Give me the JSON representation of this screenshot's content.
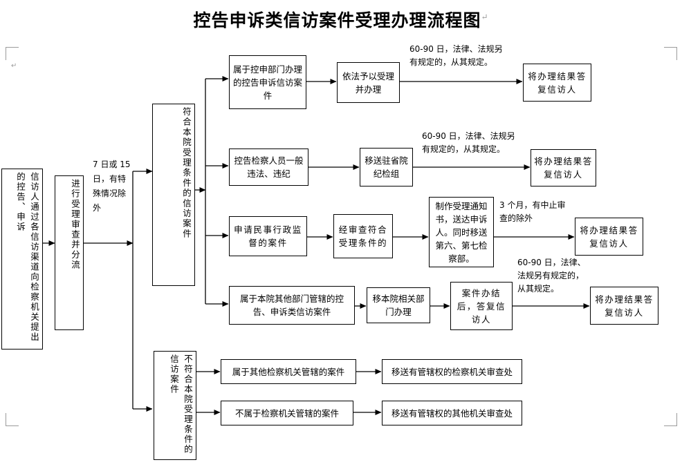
{
  "title": "控告申诉类信访案件受理办理流程图",
  "pilcrow": "↵",
  "colors": {
    "line": "#000000",
    "text": "#000000",
    "background": "#ffffff",
    "mark": "#9a9a9a"
  },
  "nodes": {
    "petitioner": {
      "label": "信访人通过各信访渠道向检察机关提出的控告、申诉",
      "orientation": "vertical"
    },
    "review_dispatch": {
      "label": "进行受理审查并分流",
      "orientation": "vertical"
    },
    "eligible": {
      "label": "符合本院受理条件的信访案件",
      "orientation": "vertical"
    },
    "ineligible": {
      "label": "不符合本院受理条件的信访案件",
      "orientation": "vertical"
    },
    "branch1_case": {
      "label": "属于控申部门办理的控告申诉信访案件"
    },
    "branch1_action": {
      "label": "依法予以受理并办理"
    },
    "branch1_result": {
      "label": "将办理结果答复信访人"
    },
    "branch2_case": {
      "label": "控告检察人员一般违法、违纪"
    },
    "branch2_action": {
      "label": "移送驻省院纪检组"
    },
    "branch2_result": {
      "label": "将办理结果答复信访人"
    },
    "branch3_case": {
      "label": "申请民事行政监督的案件"
    },
    "branch3_check": {
      "label": "经审查符合受理条件的"
    },
    "branch3_notice": {
      "label": "制作受理通知书，送达申诉人。同时移送第六、第七检察部。"
    },
    "branch3_result": {
      "label": "将办理结果答复信访人"
    },
    "branch4_case": {
      "label": "属于本院其他部门管辖的控告、申诉类信访案件"
    },
    "branch4_action": {
      "label": "移本院相关部门办理"
    },
    "branch4_close": {
      "label": "案件办结后，答复信访人"
    },
    "branch4_result": {
      "label": "将办理结果答复信访人"
    },
    "branch5_case": {
      "label": "属于其他检察机关管辖的案件"
    },
    "branch5_action": {
      "label": "移送有管辖权的检察机关审查处"
    },
    "branch6_case": {
      "label": "不属于检察机关管辖的案件"
    },
    "branch6_action": {
      "label": "移送有管辖权的其他机关审查处"
    }
  },
  "notes": {
    "dispatch_time": "7 日或 15 日，有特殊情况除外",
    "deadline_1": "60-90 日，法律、法规另\n有规定的，从其规定。",
    "deadline_2": "60-90 日，法律、法规另\n有规定的，从其规定。",
    "deadline_3": "3 个月，有中止审\n查的除外",
    "deadline_4": "60-90 日，法律、\n法规另有规定的，\n从其规定。"
  }
}
